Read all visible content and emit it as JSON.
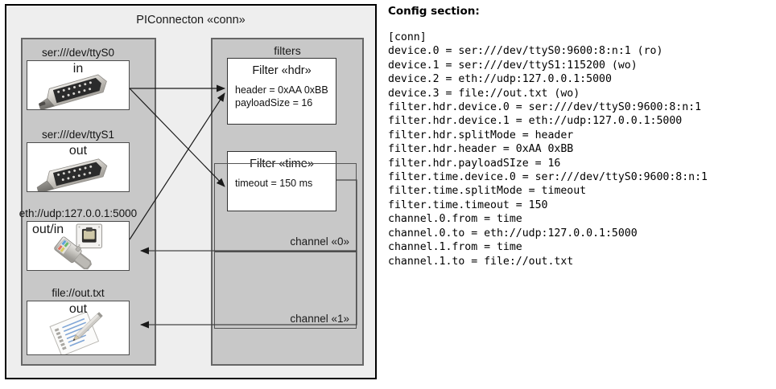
{
  "diagram": {
    "title": "PIConnecton «conn»",
    "devices_group": {
      "title": ""
    },
    "filters_group": {
      "title": "filters"
    },
    "devices": [
      {
        "name": "ser0",
        "label": "ser:///dev/ttyS0",
        "direction": "in",
        "icon": "serial-port-icon"
      },
      {
        "name": "ser1",
        "label": "ser:///dev/ttyS1",
        "direction": "out",
        "icon": "serial-port-icon"
      },
      {
        "name": "eth",
        "label": "eth://udp:127.0.0.1:5000",
        "direction": "out/in",
        "icon": "network-plug-icon"
      },
      {
        "name": "file",
        "label": "file://out.txt",
        "direction": "out",
        "icon": "document-pencil-icon"
      }
    ],
    "filters": [
      {
        "name": "hdr",
        "title": "Filter «hdr»",
        "props": [
          "header = 0xAA 0xBB",
          "payloadSize = 16"
        ]
      },
      {
        "name": "time",
        "title": "Filter «time»",
        "props": [
          "timeout = 150 ms"
        ]
      }
    ],
    "channels": [
      {
        "name": "0",
        "label": "channel «0»"
      },
      {
        "name": "1",
        "label": "channel «1»"
      }
    ]
  },
  "config": {
    "heading": "Config section:",
    "lines": [
      "[conn]",
      "device.0 = ser:///dev/ttyS0:9600:8:n:1 (ro)",
      "device.1 = ser:///dev/ttyS1:115200 (wo)",
      "device.2 = eth://udp:127.0.0.1:5000",
      "device.3 = file://out.txt (wo)",
      "filter.hdr.device.0 = ser:///dev/ttyS0:9600:8:n:1",
      "filter.hdr.device.1 = eth://udp:127.0.0.1:5000",
      "filter.hdr.splitMode = header",
      "filter.hdr.header = 0xAA 0xBB",
      "filter.hdr.payloadSIze = 16",
      "filter.time.device.0 = ser:///dev/ttyS0:9600:8:n:1",
      "filter.time.splitMode = timeout",
      "filter.time.timeout = 150",
      "channel.0.from = time",
      "channel.0.to = eth://udp:127.0.0.1:5000",
      "channel.1.from = time",
      "channel.1.to = file://out.txt"
    ]
  },
  "colors": {
    "page_bg": "#ffffff",
    "frame_bg": "#eeeeee",
    "group_bg": "#c8c8c8",
    "card_bg": "#ffffff",
    "border": "#000000",
    "group_border": "#666666",
    "arrow": "#1a1a1a"
  }
}
